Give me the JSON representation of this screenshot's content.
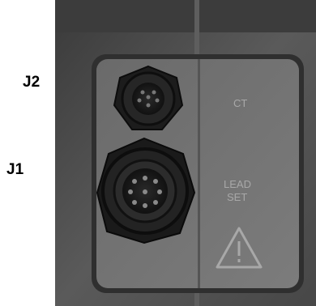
{
  "callouts": {
    "j2": "J2",
    "j1": "J1"
  },
  "panel": {
    "ct_label": "CT",
    "lead_label_line1": "LEAD",
    "lead_label_line2": "SET"
  },
  "icons": {
    "warning": "warning-triangle-icon"
  },
  "colors": {
    "housing": "#4a4a4a",
    "panel": "#6e6e6e",
    "panel_text": "#a8a8a8",
    "callout": "#000000"
  }
}
